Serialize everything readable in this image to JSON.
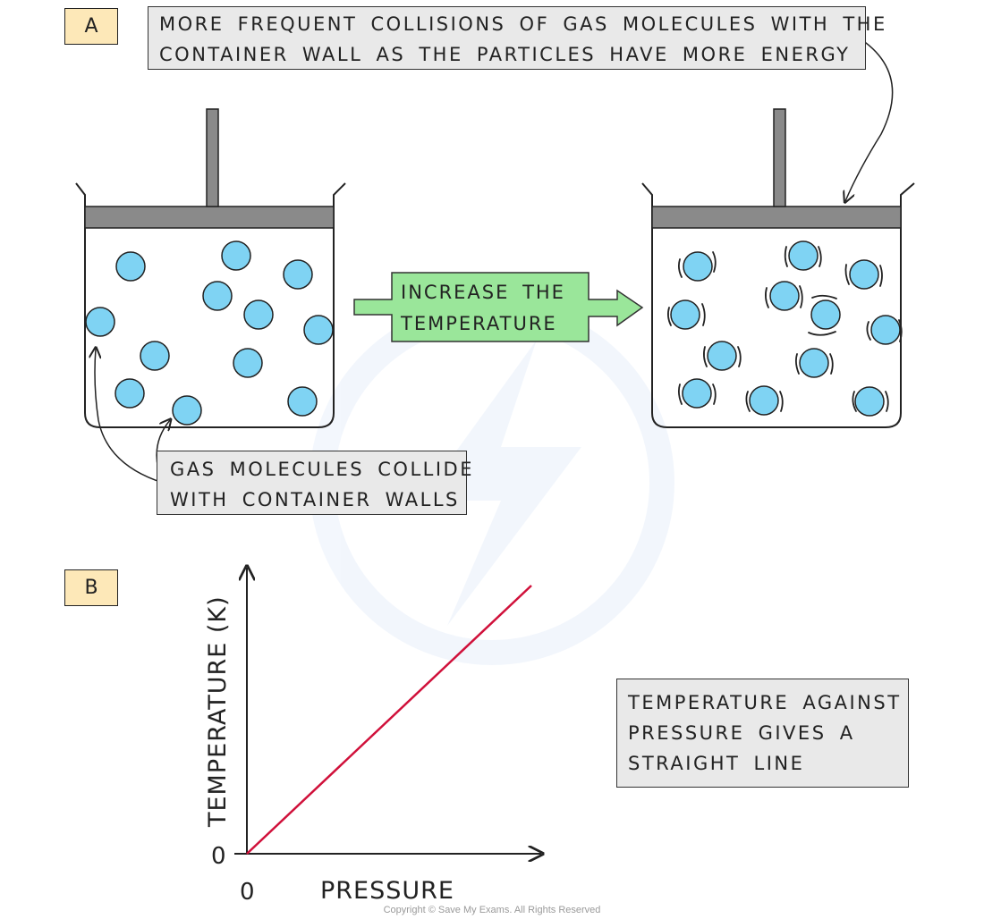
{
  "sections": {
    "a_label": "A",
    "b_label": "B"
  },
  "callouts": {
    "top": {
      "line1": "MORE FREQUENT COLLISIONS OF GAS MOLECULES WITH THE",
      "line2": "CONTAINER WALL AS THE PARTICLES HAVE MORE ENERGY"
    },
    "collide": {
      "line1": "GAS MOLECULES COLLIDE",
      "line2": "WITH CONTAINER WALLS"
    },
    "graph_note": {
      "line1": "TEMPERATURE AGAINST",
      "line2": "PRESSURE GIVES A",
      "line3": "STRAIGHT LINE"
    }
  },
  "arrow": {
    "line1": "INCREASE THE",
    "line2": "TEMPERATURE"
  },
  "chart_data": {
    "type": "line",
    "xlabel": "PRESSURE",
    "ylabel": "TEMPERATURE (K)",
    "x_origin_label": "0",
    "y_origin_label": "0",
    "series": [
      {
        "points": [
          [
            0,
            0
          ],
          [
            1,
            1
          ]
        ]
      }
    ]
  },
  "colors": {
    "molecule": "#7fd3f3",
    "piston": "#8a8a8a",
    "arrow_fill": "#9ae69a",
    "line": "#d0103a",
    "callout_bg": "#e9e9e9",
    "tag_bg": "#fde8b8"
  },
  "copyright": "Copyright © Save My Exams. All Rights Reserved"
}
